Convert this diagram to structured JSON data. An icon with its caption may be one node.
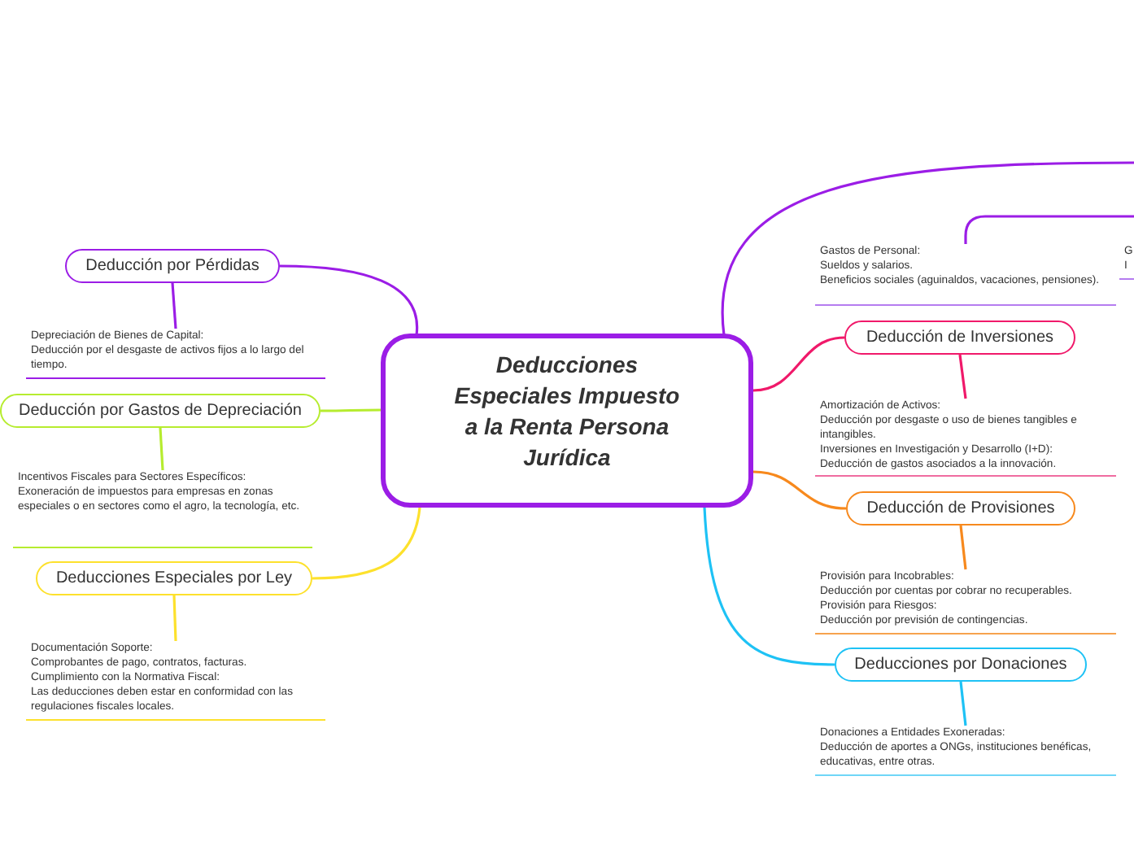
{
  "diagram": {
    "nodes": [
      {
        "text": [
          "Deducciones Especiales Impuesto a la Renta Persona Jurídica"
        ]
      },
      {
        "text": [
          "Deducción por Pérdidas"
        ]
      },
      {
        "text": [
          "Depreciación de Bienes de Capital:",
          "Deducción por el desgaste de activos fijos a lo largo del tiempo."
        ]
      },
      {
        "text": [
          "Deducción por Gastos de Depreciación"
        ]
      },
      {
        "text": [
          "Incentivos Fiscales para Sectores Específicos:",
          "Exoneración de impuestos para empresas en zonas especiales o en sectores como el agro, la tecnología, etc."
        ]
      },
      {
        "text": [
          "Deducciones Especiales por Ley"
        ]
      },
      {
        "text": [
          "Documentación Soporte:",
          "Comprobantes de pago, contratos, facturas.",
          "Cumplimiento con la Normativa Fiscal:",
          "Las deducciones deben estar en conformidad con las regulaciones fiscales locales."
        ]
      },
      {
        "text": [
          "Gastos de Personal:",
          "Sueldos y salarios.",
          "Beneficios sociales (aguinaldos, vacaciones, pensiones)."
        ]
      },
      {
        "text": [
          "Deducción de Inversiones"
        ]
      },
      {
        "text": [
          "Amortización de Activos:",
          "Deducción por desgaste o uso de bienes tangibles e intangibles.",
          "Inversiones en Investigación y Desarrollo (I+D):",
          "Deducción de gastos asociados a la innovación."
        ]
      },
      {
        "text": [
          "Deducción de Provisiones"
        ]
      },
      {
        "text": [
          "Provisión para Incobrables:",
          "Deducción por cuentas por cobrar no recuperables.",
          "Provisión para Riesgos:",
          "Deducción por previsión de contingencias."
        ]
      },
      {
        "text": [
          "Deducciones por Donaciones"
        ]
      },
      {
        "text": [
          "Donaciones a Entidades Exoneradas:",
          "Deducción de aportes a ONGs, instituciones benéficas, educativas, entre otras."
        ]
      }
    ],
    "edges": [
      {
        "from": 0,
        "to": 1,
        "arrow": "none",
        "color": "#9b1de6"
      },
      {
        "from": 1,
        "to": 2,
        "arrow": "none",
        "color": "#9b1de6"
      },
      {
        "from": 0,
        "to": 3,
        "arrow": "none",
        "color": "#b6ec2f"
      },
      {
        "from": 3,
        "to": 4,
        "arrow": "none",
        "color": "#b6ec2f"
      },
      {
        "from": 0,
        "to": 5,
        "arrow": "none",
        "color": "#fde12c"
      },
      {
        "from": 5,
        "to": 6,
        "arrow": "none",
        "color": "#fde12c"
      },
      {
        "from": 0,
        "to": null,
        "arrow": "none",
        "color": "#9b1de6"
      },
      {
        "from": null,
        "to": 7,
        "arrow": "none",
        "color": "#9b1de6"
      },
      {
        "from": 0,
        "to": 8,
        "arrow": "none",
        "color": "#f0196a"
      },
      {
        "from": 8,
        "to": 9,
        "arrow": "none",
        "color": "#f0196a"
      },
      {
        "from": 0,
        "to": 10,
        "arrow": "none",
        "color": "#f7891d"
      },
      {
        "from": 10,
        "to": 11,
        "arrow": "none",
        "color": "#f7891d"
      },
      {
        "from": 0,
        "to": 12,
        "arrow": "none",
        "color": "#1ec2f5"
      },
      {
        "from": 12,
        "to": 13,
        "arrow": "none",
        "color": "#1ec2f5"
      }
    ],
    "labels": [
      "G I"
    ]
  }
}
